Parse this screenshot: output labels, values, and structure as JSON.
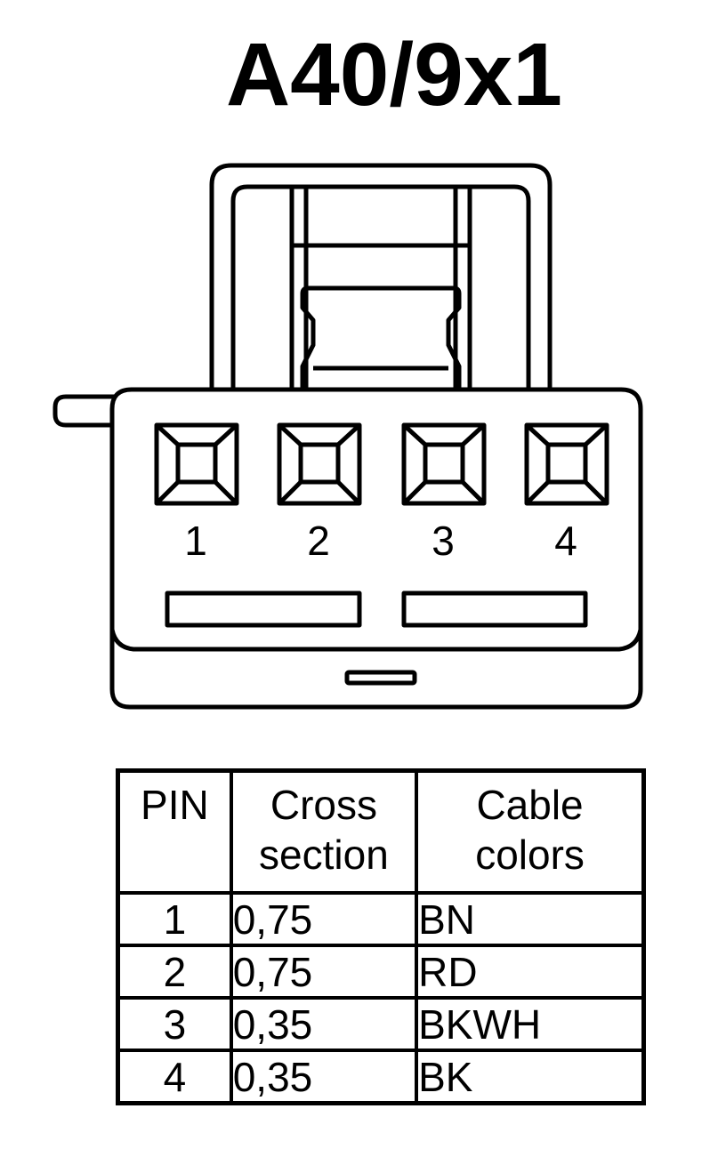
{
  "title": "A40/9x1",
  "connector": {
    "pins": [
      "1",
      "2",
      "3",
      "4"
    ]
  },
  "table": {
    "headers": {
      "pin": "PIN",
      "cross_section": [
        "Cross",
        "section"
      ],
      "cable_colors": [
        "Cable",
        "colors"
      ]
    },
    "rows": [
      {
        "pin": "1",
        "cross_section": "0,75",
        "color": "BN"
      },
      {
        "pin": "2",
        "cross_section": "0,75",
        "color": "RD"
      },
      {
        "pin": "3",
        "cross_section": "0,35",
        "color": "BKWH"
      },
      {
        "pin": "4",
        "cross_section": "0,35",
        "color": "BK"
      }
    ]
  }
}
